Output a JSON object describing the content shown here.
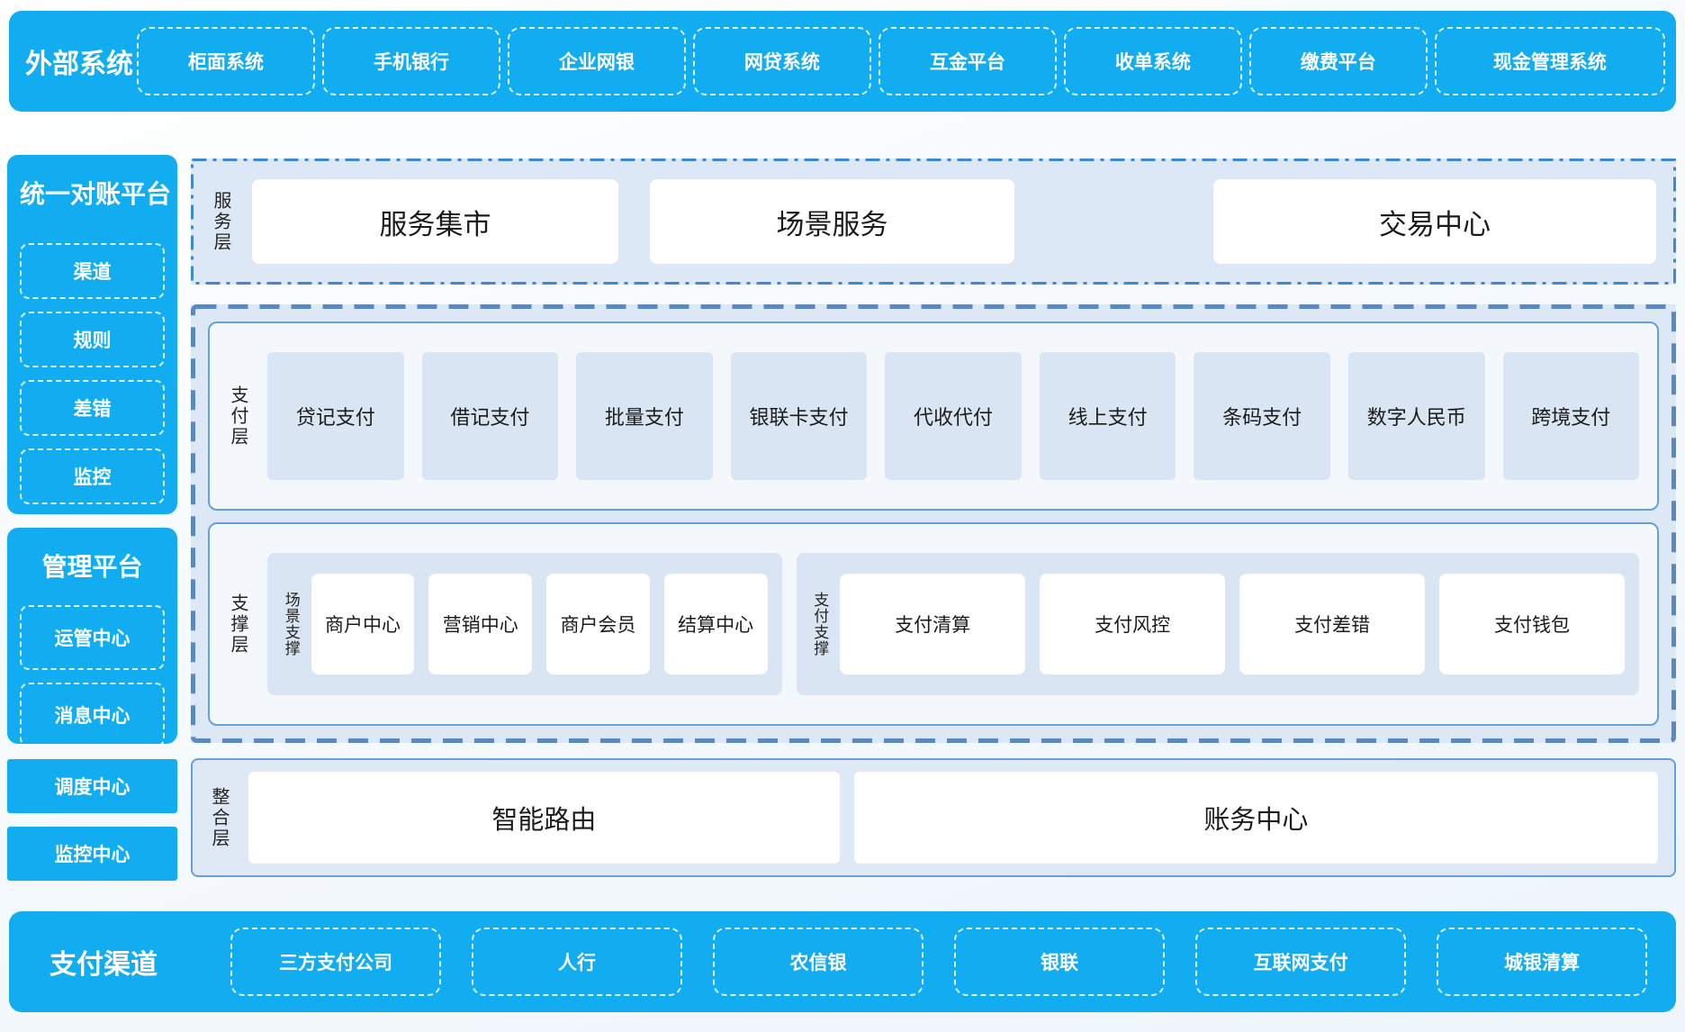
{
  "colors": {
    "accent_cyan": "#12ADF0",
    "panel_blue": "#DCE8F5",
    "tile_blue": "#D9E5F3",
    "border_dashed": "#5C88C0",
    "border_solid": "#66A0D8",
    "border_dashdot": "#3E89CF",
    "text_dark": "#1F1F1F"
  },
  "top_bar": {
    "title": "外部系统",
    "items": [
      "柜面系统",
      "手机银行",
      "企业网银",
      "网贷系统",
      "互金平台",
      "收单系统",
      "缴费平台",
      "现金管理系统"
    ]
  },
  "sidebar": {
    "reconciliation_panel": {
      "title": "统一对账平台",
      "items": [
        "渠道",
        "规则",
        "差错",
        "监控"
      ]
    },
    "management_panel": {
      "title": "管理平台",
      "items": [
        "运管中心",
        "消息中心"
      ]
    },
    "dispatch_block": "调度中心",
    "monitor_block": "监控中心"
  },
  "service_layer": {
    "label": "服务层",
    "items": [
      "服务集市",
      "场景服务",
      "交易中心"
    ]
  },
  "payment_layer": {
    "label": "支付层",
    "items": [
      "贷记支付",
      "借记支付",
      "批量支付",
      "银联卡支付",
      "代收代付",
      "线上支付",
      "条码支付",
      "数字人民币",
      "跨境支付"
    ]
  },
  "support_layer": {
    "label": "支撑层",
    "scene_group": {
      "label": "场景支撑",
      "items": [
        "商户中心",
        "营销中心",
        "商户会员",
        "结算中心"
      ]
    },
    "payment_group": {
      "label": "支付支撑",
      "items": [
        "支付清算",
        "支付风控",
        "支付差错",
        "支付钱包"
      ]
    }
  },
  "integration_layer": {
    "label": "整合层",
    "items": [
      "智能路由",
      "账务中心"
    ]
  },
  "bottom_bar": {
    "title": "支付渠道",
    "items": [
      "三方支付公司",
      "人行",
      "农信银",
      "银联",
      "互联网支付",
      "城银清算"
    ]
  }
}
